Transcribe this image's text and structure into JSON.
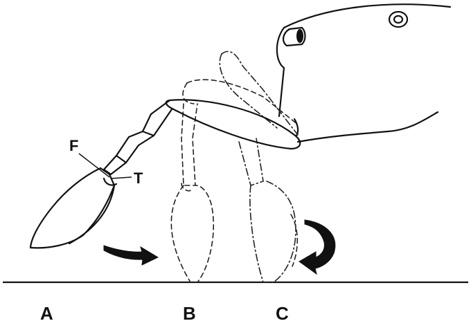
{
  "figure": {
    "labels": {
      "segment_f": "F",
      "segment_t": "T",
      "position_a": "A",
      "position_b": "B",
      "position_c": "C"
    }
  }
}
